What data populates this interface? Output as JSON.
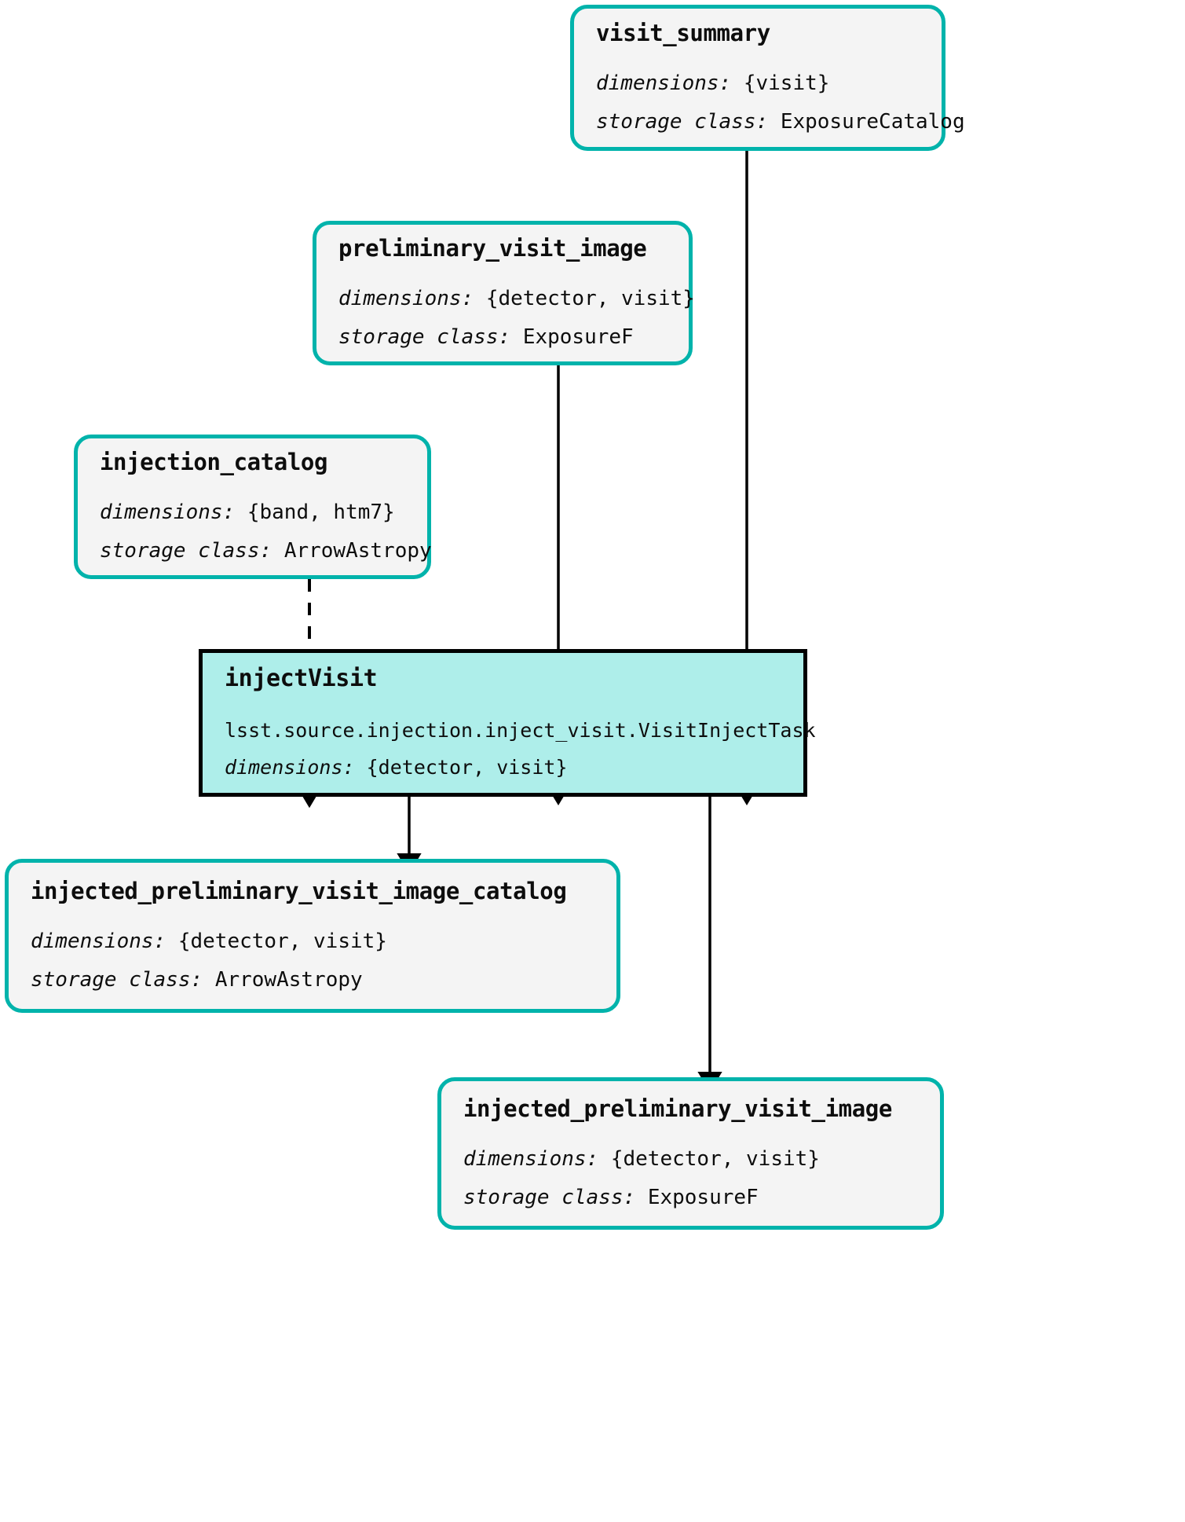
{
  "diagram": {
    "type": "pipeline-task-graph",
    "title": "injectVisit pipeline task quantum graph",
    "colors": {
      "dataset_border": "#00b3ab",
      "dataset_fill": "#f4f4f4",
      "task_border": "#000000",
      "task_fill": "#aeeeea",
      "edge": "#000000",
      "text": "#0d0d0d"
    },
    "labels": {
      "dimensions_label": "dimensions:",
      "storage_class_label": "storage class:"
    },
    "nodes": [
      {
        "id": "visit_summary",
        "kind": "dataset",
        "title": "visit_summary",
        "dimensions": "{visit}",
        "storage_class": "ExposureCatalog"
      },
      {
        "id": "preliminary_visit_image",
        "kind": "dataset",
        "title": "preliminary_visit_image",
        "dimensions": "{detector, visit}",
        "storage_class": "ExposureF"
      },
      {
        "id": "injection_catalog",
        "kind": "dataset",
        "title": "injection_catalog",
        "dimensions": "{band, htm7}",
        "storage_class": "ArrowAstropy"
      },
      {
        "id": "injectVisit",
        "kind": "task",
        "title": "injectVisit",
        "task_class": "lsst.source.injection.inject_visit.VisitInjectTask",
        "dimensions": "{detector, visit}"
      },
      {
        "id": "injected_preliminary_visit_image_catalog",
        "kind": "dataset",
        "title": "injected_preliminary_visit_image_catalog",
        "dimensions": "{detector, visit}",
        "storage_class": "ArrowAstropy"
      },
      {
        "id": "injected_preliminary_visit_image",
        "kind": "dataset",
        "title": "injected_preliminary_visit_image",
        "dimensions": "{detector, visit}",
        "storage_class": "ExposureF"
      }
    ],
    "edges": [
      {
        "from": "visit_summary",
        "to": "injectVisit",
        "style": "solid"
      },
      {
        "from": "preliminary_visit_image",
        "to": "injectVisit",
        "style": "solid"
      },
      {
        "from": "injection_catalog",
        "to": "injectVisit",
        "style": "dashed"
      },
      {
        "from": "injectVisit",
        "to": "injected_preliminary_visit_image_catalog",
        "style": "solid"
      },
      {
        "from": "injectVisit",
        "to": "injected_preliminary_visit_image",
        "style": "solid"
      }
    ]
  }
}
